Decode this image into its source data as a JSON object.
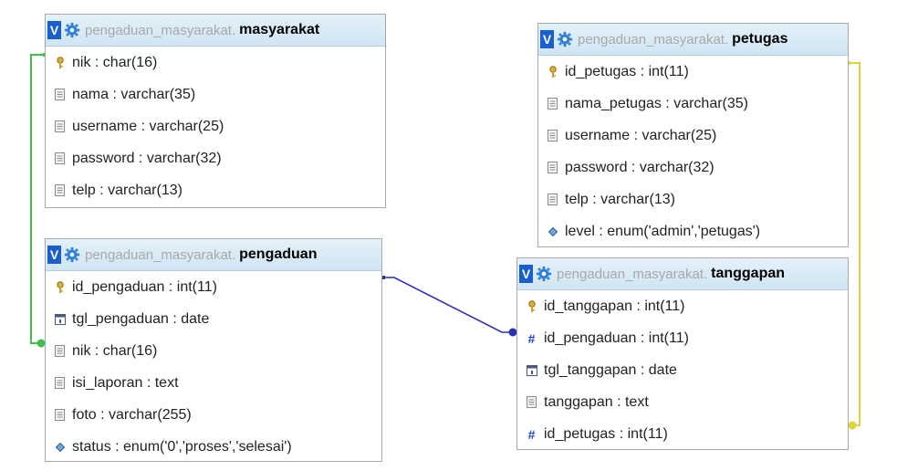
{
  "database": "pengaduan_masyarakat.",
  "view_label": "V",
  "tables": {
    "masyarakat": {
      "name": "masyarakat",
      "columns": [
        {
          "text": "nik : char(16)",
          "icon": "key-icon"
        },
        {
          "text": "nama : varchar(35)",
          "icon": "text-column-icon"
        },
        {
          "text": "username : varchar(25)",
          "icon": "text-column-icon"
        },
        {
          "text": "password : varchar(32)",
          "icon": "text-column-icon"
        },
        {
          "text": "telp : varchar(13)",
          "icon": "text-column-icon"
        }
      ]
    },
    "pengaduan": {
      "name": "pengaduan",
      "columns": [
        {
          "text": "id_pengaduan : int(11)",
          "icon": "key-icon"
        },
        {
          "text": "tgl_pengaduan : date",
          "icon": "date-column-icon"
        },
        {
          "text": "nik : char(16)",
          "icon": "text-column-icon"
        },
        {
          "text": "isi_laporan : text",
          "icon": "text-column-icon"
        },
        {
          "text": "foto : varchar(255)",
          "icon": "text-column-icon"
        },
        {
          "text": "status : enum('0','proses','selesai')",
          "icon": "enum-column-icon"
        }
      ]
    },
    "petugas": {
      "name": "petugas",
      "columns": [
        {
          "text": "id_petugas : int(11)",
          "icon": "key-icon"
        },
        {
          "text": "nama_petugas : varchar(35)",
          "icon": "text-column-icon"
        },
        {
          "text": "username : varchar(25)",
          "icon": "text-column-icon"
        },
        {
          "text": "password : varchar(32)",
          "icon": "text-column-icon"
        },
        {
          "text": "telp : varchar(13)",
          "icon": "text-column-icon"
        },
        {
          "text": "level : enum('admin','petugas')",
          "icon": "enum-column-icon"
        }
      ]
    },
    "tanggapan": {
      "name": "tanggapan",
      "columns": [
        {
          "text": "id_tanggapan : int(11)",
          "icon": "key-icon"
        },
        {
          "text": "id_pengaduan : int(11)",
          "icon": "number-column-icon"
        },
        {
          "text": "tgl_tanggapan : date",
          "icon": "date-column-icon"
        },
        {
          "text": "tanggapan : text",
          "icon": "text-column-icon"
        },
        {
          "text": "id_petugas : int(11)",
          "icon": "number-column-icon"
        }
      ]
    }
  },
  "colors": {
    "relation_masyarakat_pengaduan": "#3fc14a",
    "relation_pengaduan_tanggapan": "#2a2fb8",
    "relation_petugas_tanggapan": "#e0d43a",
    "header_bg": "#d6e9f6",
    "view_button": "#1a5fd0"
  }
}
